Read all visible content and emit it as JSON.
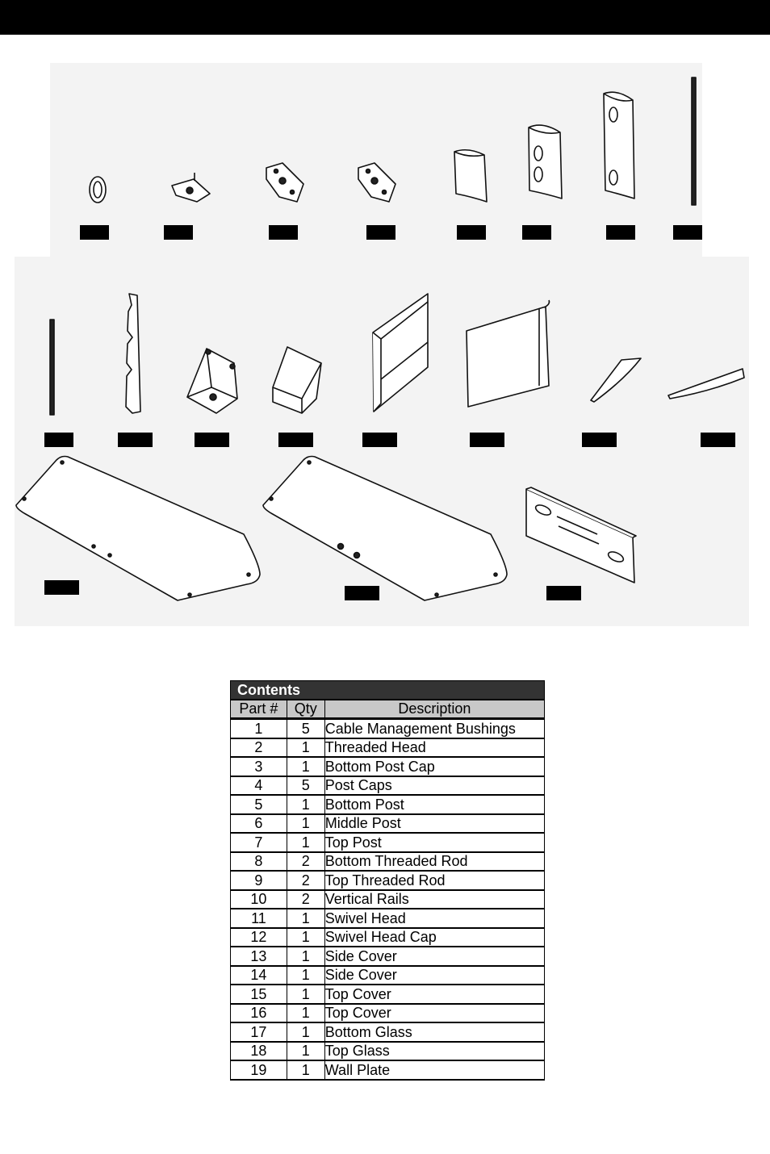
{
  "contents": {
    "title": "Contents",
    "headers": [
      "Part #",
      "Qty",
      "Description"
    ],
    "rows": [
      {
        "part": "1",
        "qty": "5",
        "desc": "Cable Management Bushings"
      },
      {
        "part": "2",
        "qty": "1",
        "desc": "Threaded Head"
      },
      {
        "part": "3",
        "qty": "1",
        "desc": "Bottom Post Cap"
      },
      {
        "part": "4",
        "qty": "5",
        "desc": "Post Caps"
      },
      {
        "part": "5",
        "qty": "1",
        "desc": "Bottom Post"
      },
      {
        "part": "6",
        "qty": "1",
        "desc": "Middle Post"
      },
      {
        "part": "7",
        "qty": "1",
        "desc": "Top Post"
      },
      {
        "part": "8",
        "qty": "2",
        "desc": "Bottom Threaded Rod"
      },
      {
        "part": "9",
        "qty": "2",
        "desc": "Top Threaded Rod"
      },
      {
        "part": "10",
        "qty": "2",
        "desc": "Vertical Rails"
      },
      {
        "part": "11",
        "qty": "1",
        "desc": "Swivel Head"
      },
      {
        "part": "12",
        "qty": "1",
        "desc": "Swivel Head Cap"
      },
      {
        "part": "13",
        "qty": "1",
        "desc": "Side Cover"
      },
      {
        "part": "14",
        "qty": "1",
        "desc": "Side Cover"
      },
      {
        "part": "15",
        "qty": "1",
        "desc": "Top  Cover"
      },
      {
        "part": "16",
        "qty": "1",
        "desc": "Top Cover"
      },
      {
        "part": "17",
        "qty": "1",
        "desc": "Bottom Glass"
      },
      {
        "part": "18",
        "qty": "1",
        "desc": "Top Glass"
      },
      {
        "part": "19",
        "qty": "1",
        "desc": "Wall Plate"
      }
    ]
  },
  "illustration": {
    "icons": [
      "bushing-icon",
      "threaded-head-icon",
      "bottom-post-cap-icon",
      "post-cap-icon",
      "bottom-post-icon",
      "middle-post-icon",
      "top-post-icon",
      "bottom-threaded-rod-icon",
      "top-threaded-rod-icon",
      "vertical-rail-icon",
      "swivel-head-icon",
      "swivel-head-cap-icon",
      "side-cover-icon",
      "side-cover-2-icon",
      "top-cover-icon",
      "top-cover-2-icon",
      "bottom-glass-icon",
      "top-glass-icon",
      "wall-plate-icon"
    ]
  }
}
